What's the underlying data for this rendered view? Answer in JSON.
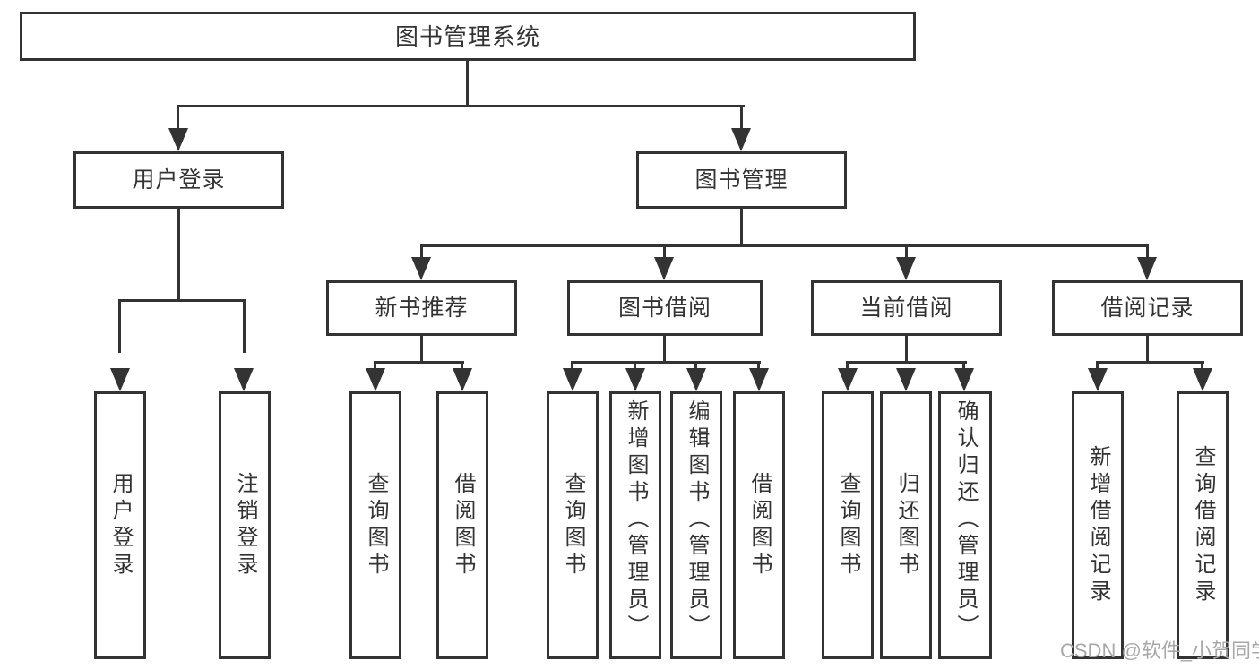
{
  "diagram": {
    "root": {
      "label": "图书管理系统"
    },
    "level2": [
      {
        "label": "用户登录",
        "leaves": [
          "用户登录",
          "注销登录"
        ]
      },
      {
        "label": "图书管理",
        "level3": [
          {
            "label": "新书推荐",
            "leaves": [
              "查询图书",
              "借阅图书"
            ]
          },
          {
            "label": "图书借阅",
            "leaves": [
              "查询图书",
              "新增图书（管理员）",
              "编辑图书（管理员）",
              "借阅图书"
            ]
          },
          {
            "label": "当前借阅",
            "leaves": [
              "查询图书",
              "归还图书",
              "确认归还（管理员）"
            ]
          },
          {
            "label": "借阅记录",
            "leaves": [
              "新增借阅记录",
              "查询借阅记录"
            ]
          }
        ]
      }
    ],
    "watermark": "CSDN @软件_小贺同学"
  },
  "colors": {
    "stroke": "#333333",
    "text": "#333333",
    "watermark": "#a8a8a8",
    "bg": "#ffffff"
  }
}
